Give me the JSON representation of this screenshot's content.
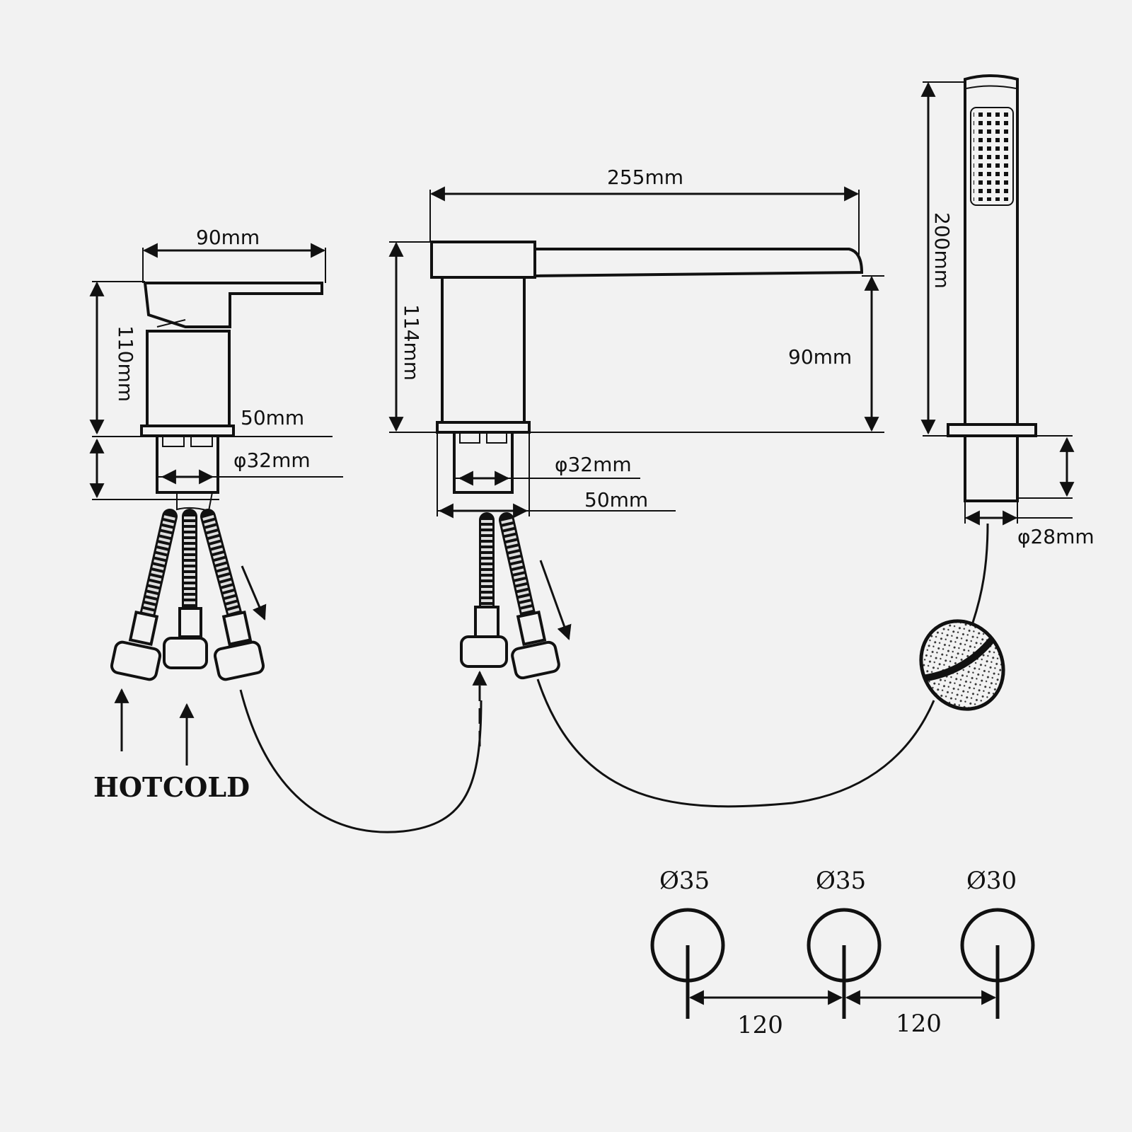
{
  "mixer": {
    "width": "90mm",
    "height": "110mm",
    "base_offset": "50mm",
    "thread": "φ32mm"
  },
  "spout": {
    "reach": "255mm",
    "height": "114mm",
    "clearance": "90mm",
    "thread": "φ32mm",
    "base_offset": "50mm"
  },
  "handshower": {
    "length": "200mm",
    "thread": "φ28mm"
  },
  "supply": {
    "hot": "HOT",
    "cold": "COLD"
  },
  "holes": [
    {
      "label": "Ø35"
    },
    {
      "label": "Ø35"
    },
    {
      "label": "Ø30"
    }
  ],
  "spacing": [
    "120",
    "120"
  ]
}
